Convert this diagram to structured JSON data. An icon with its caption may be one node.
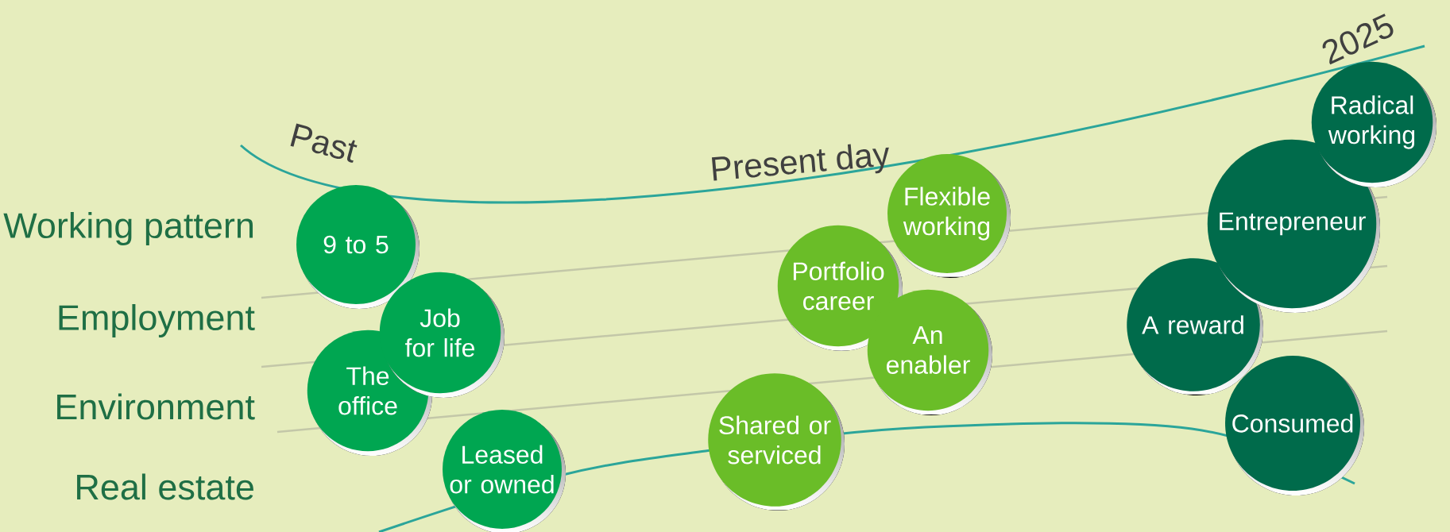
{
  "diagram": {
    "nodes": [
      {
        "text": [
          "9 to 5"
        ]
      },
      {
        "text": [
          "Job for life"
        ]
      },
      {
        "text": [
          "The office"
        ]
      },
      {
        "text": [
          "Leased or owned"
        ]
      },
      {
        "text": [
          "Shared or serviced"
        ]
      },
      {
        "text": [
          "Portfolio career"
        ]
      },
      {
        "text": [
          "Flexible working"
        ]
      },
      {
        "text": [
          "An enabler"
        ]
      },
      {
        "text": [
          "A reward"
        ]
      },
      {
        "text": [
          "Entrepreneur"
        ]
      },
      {
        "text": [
          "Radical working"
        ]
      },
      {
        "text": [
          "Consumed"
        ]
      }
    ],
    "labels": [
      "Past",
      "Present day",
      "2025",
      "Working pattern",
      "Employment",
      "Environment",
      "Real estate"
    ]
  }
}
